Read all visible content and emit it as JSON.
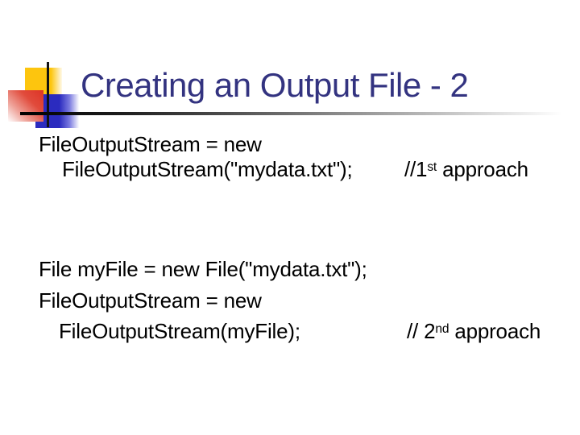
{
  "slide": {
    "title": "Creating an Output File - 2",
    "colors": {
      "title_text": "#333380",
      "body_text": "#000000",
      "accent_yellow": "#FDC50E",
      "accent_red": "#DD3426",
      "accent_blue": "#2B2BBF",
      "underline_dark": "#000000",
      "underline_light": "#DCDCDC"
    },
    "body": {
      "block1": {
        "line1": {
          "code": "FileOutputStream = new"
        },
        "line2": {
          "code": "FileOutputStream(\"mydata.txt\");",
          "comment_pre": "//1",
          "comment_sup": "st",
          "comment_post": " approach"
        }
      },
      "block2": {
        "line1": {
          "code": "File myFile = new File(\"mydata.txt\");"
        },
        "line2": {
          "code": "FileOutputStream = new"
        },
        "line3": {
          "code": "FileOutputStream(myFile);",
          "comment_pre": "// 2",
          "comment_sup": "nd",
          "comment_post": " approach"
        }
      }
    }
  }
}
